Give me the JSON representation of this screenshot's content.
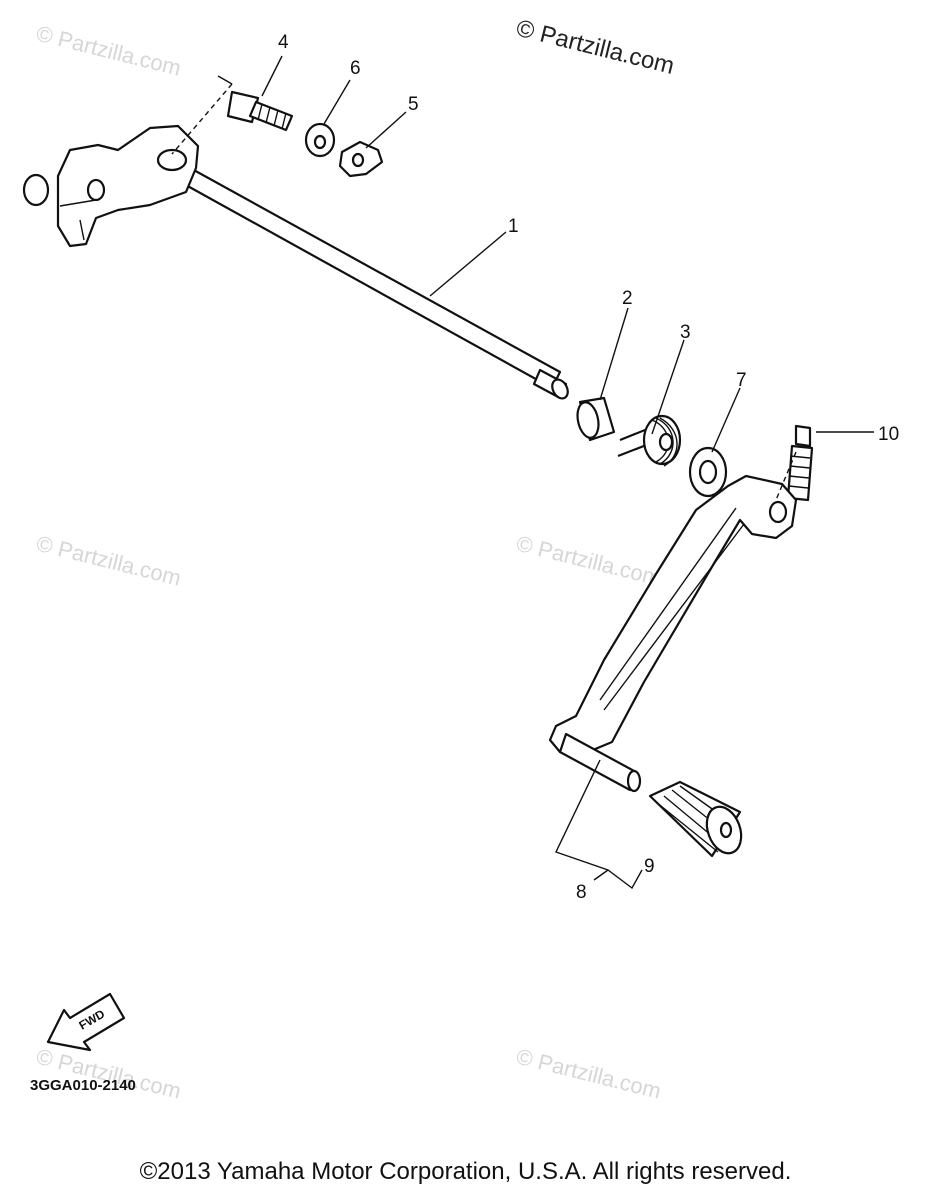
{
  "watermark_top": "© Partzilla.com",
  "watermarks": [
    "© Partzilla.com",
    "© Partzilla.com",
    "© Partzilla.com",
    "© Partzilla.com",
    "© Partzilla.com",
    "© Partzilla.com"
  ],
  "callouts": [
    "1",
    "2",
    "3",
    "4",
    "5",
    "6",
    "7",
    "8",
    "9",
    "10"
  ],
  "fwd_label": "FWD",
  "diagram_code": "3GGA010-2140",
  "copyright": "©2013 Yamaha Motor Corporation, U.S.A. All rights reserved."
}
